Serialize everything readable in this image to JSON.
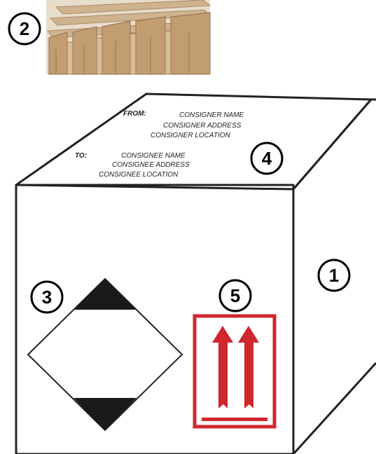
{
  "callouts": {
    "box": "1",
    "dividers": "2",
    "hazard_label": "3",
    "address_label": "4",
    "orientation_label": "5"
  },
  "address": {
    "from_label": "FROM:",
    "consigner_name": "CONSIGNER NAME",
    "consigner_address": "CONSIGNER ADDRESS",
    "consigner_location": "CONSIGNER LOCATION",
    "to_label": "TO:",
    "consignee_name": "CONSIGNEE NAME",
    "consignee_address": "CONSIGNEE ADDRESS",
    "consignee_location": "CONSIGNEE LOCATION"
  },
  "colors": {
    "orientation_red": "#d0262d",
    "cardboard": "#c9a882",
    "outline": "#222222"
  }
}
